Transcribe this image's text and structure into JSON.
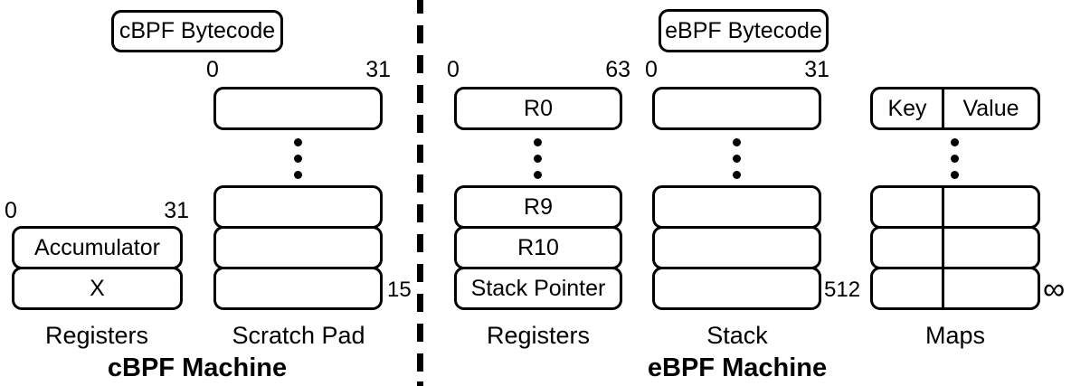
{
  "cbpf": {
    "bytecode_label": "cBPF Bytecode",
    "machine_title": "cBPF Machine",
    "registers": {
      "bit_start": "0",
      "bit_end": "31",
      "rows": [
        "Accumulator",
        "X"
      ],
      "label": "Registers"
    },
    "scratch_pad": {
      "bit_start": "0",
      "bit_end": "31",
      "last_index": "15",
      "label": "Scratch Pad"
    }
  },
  "ebpf": {
    "bytecode_label": "eBPF Bytecode",
    "machine_title": "eBPF Machine",
    "registers": {
      "bit_start": "0",
      "bit_end": "63",
      "first_row": "R0",
      "last_rows": [
        "R9",
        "R10",
        "Stack Pointer"
      ],
      "label": "Registers"
    },
    "stack": {
      "bit_start": "0",
      "bit_end": "31",
      "last_index": "512",
      "label": "Stack"
    },
    "maps": {
      "key_header": "Key",
      "value_header": "Value",
      "last_index": "∞",
      "label": "Maps"
    }
  }
}
